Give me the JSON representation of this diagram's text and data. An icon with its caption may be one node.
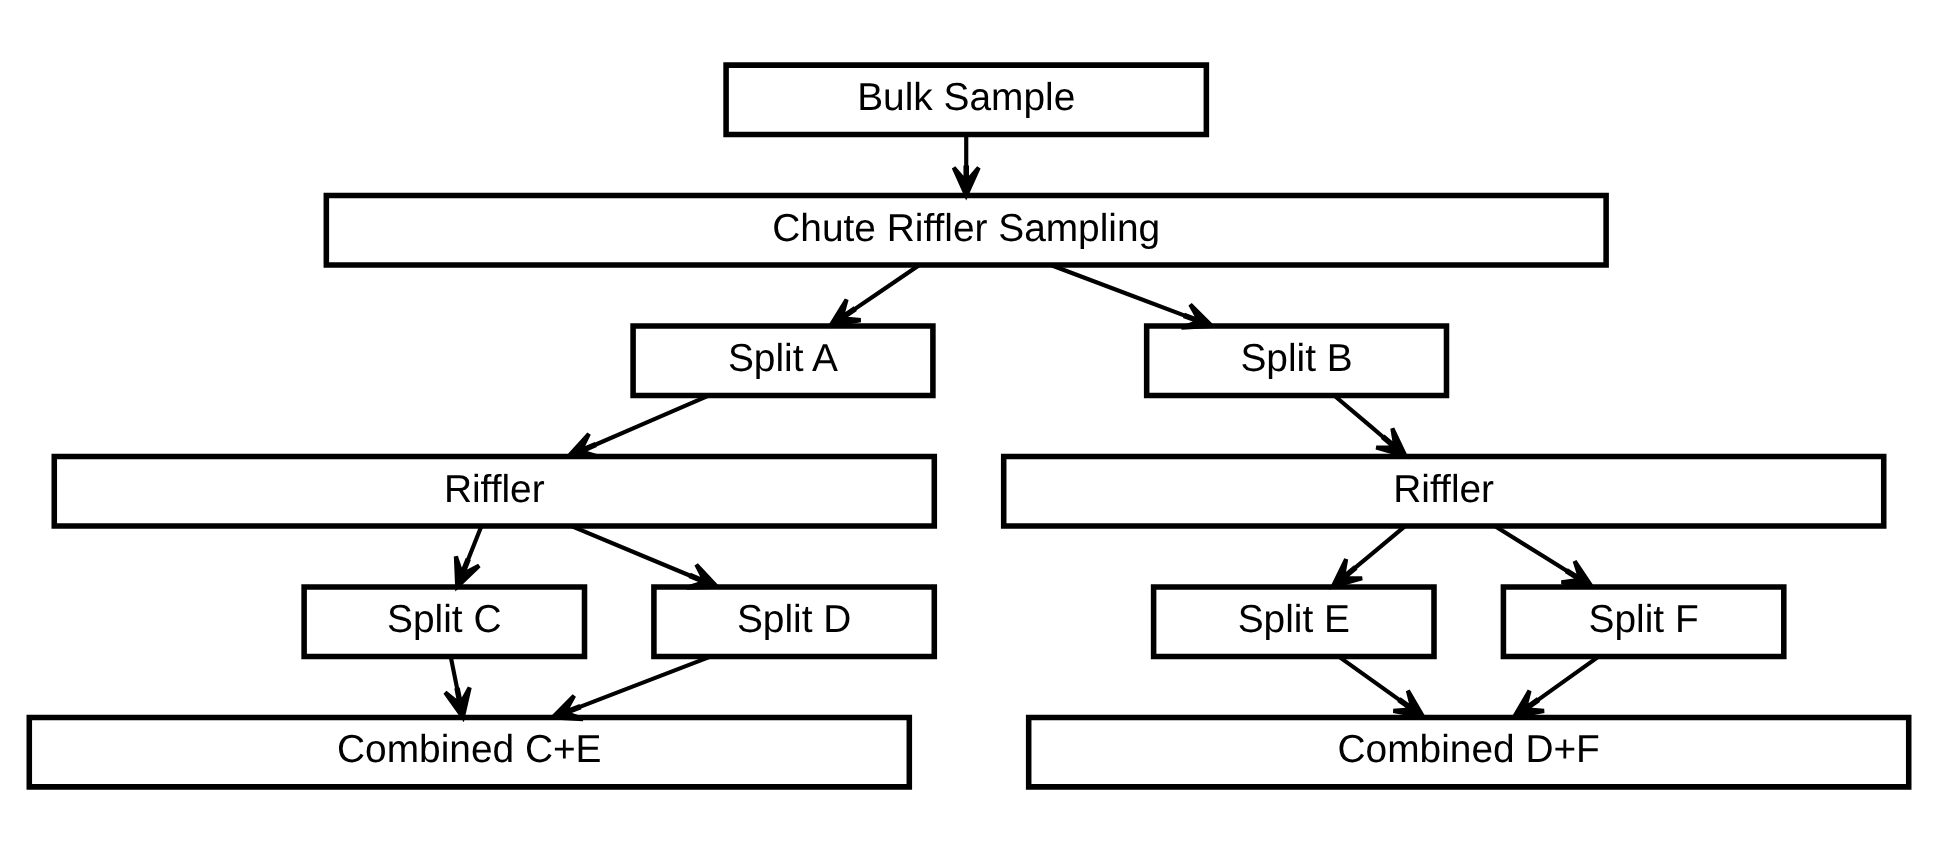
{
  "diagram": {
    "nodes": [
      {
        "text": [
          "Bulk Sample"
        ]
      },
      {
        "text": [
          "Chute Riffler Sampling"
        ]
      },
      {
        "text": [
          "Split A"
        ]
      },
      {
        "text": [
          "Split B"
        ]
      },
      {
        "text": [
          "Riffler"
        ]
      },
      {
        "text": [
          "Riffler"
        ]
      },
      {
        "text": [
          "Split C"
        ]
      },
      {
        "text": [
          "Split D"
        ]
      },
      {
        "text": [
          "Split E"
        ]
      },
      {
        "text": [
          "Split F"
        ]
      },
      {
        "text": [
          "Combined C+E"
        ]
      },
      {
        "text": [
          "Combined D+F"
        ]
      }
    ],
    "edges": [
      {
        "from": 0,
        "to": 1,
        "arrow": "to"
      },
      {
        "from": 1,
        "to": 2,
        "arrow": "to"
      },
      {
        "from": 1,
        "to": 3,
        "arrow": "to"
      },
      {
        "from": 2,
        "to": 4,
        "arrow": "to"
      },
      {
        "from": 3,
        "to": 5,
        "arrow": "to"
      },
      {
        "from": 4,
        "to": 6,
        "arrow": "to"
      },
      {
        "from": 4,
        "to": 7,
        "arrow": "to"
      },
      {
        "from": 5,
        "to": 8,
        "arrow": "to"
      },
      {
        "from": 5,
        "to": 9,
        "arrow": "to"
      },
      {
        "from": 6,
        "to": 10,
        "arrow": "to"
      },
      {
        "from": 7,
        "to": 10,
        "arrow": "to"
      },
      {
        "from": 8,
        "to": 11,
        "arrow": "to"
      },
      {
        "from": 9,
        "to": 11,
        "arrow": "to"
      }
    ]
  }
}
